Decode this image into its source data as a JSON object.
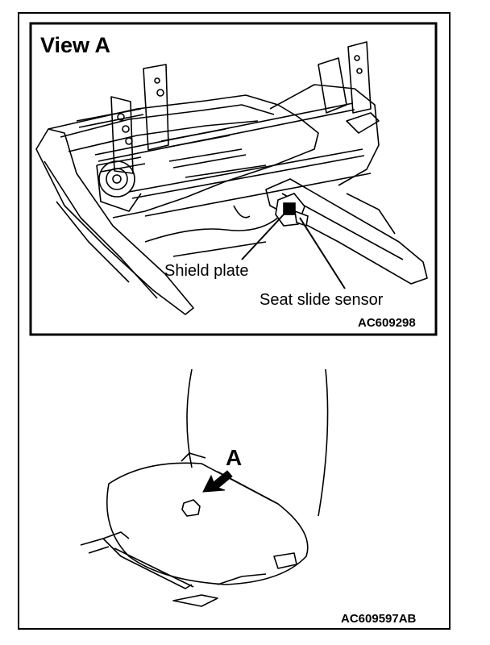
{
  "detail_view": {
    "title": "View A",
    "labels": {
      "shield_plate": "Shield plate",
      "seat_slide_sensor": "Seat slide sensor"
    },
    "figure_code": "AC609298"
  },
  "overview": {
    "view_marker": "A",
    "figure_code": "AC609597AB"
  },
  "colors": {
    "ink": "#000000",
    "paper": "#ffffff"
  }
}
